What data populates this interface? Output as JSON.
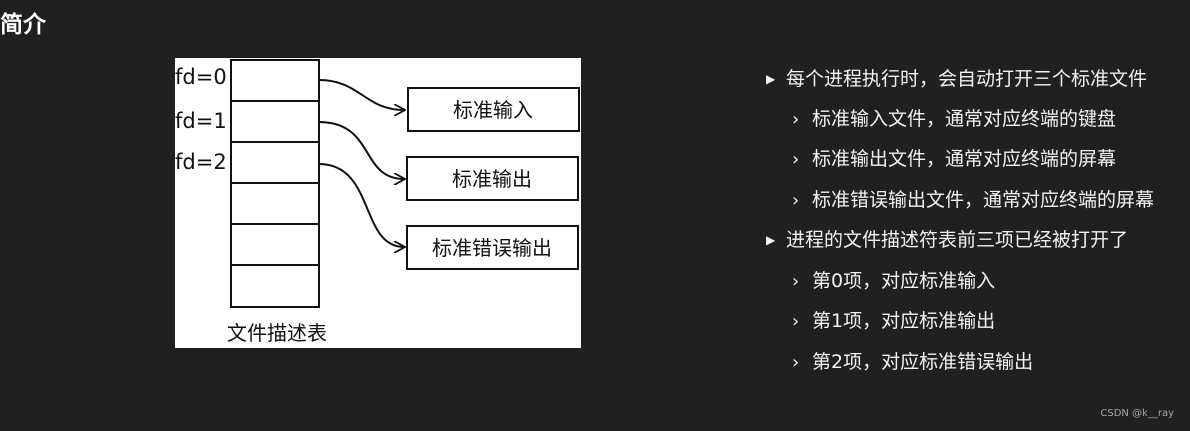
{
  "title": "简介",
  "diagram": {
    "fd_labels": [
      "fd=0",
      "fd=1",
      "fd=2"
    ],
    "stream_boxes": [
      "标准输入",
      "标准输出",
      "标准错误输出"
    ],
    "table_caption": "文件描述表"
  },
  "bullets": [
    {
      "level": 1,
      "text": "每个进程执行时，会自动打开三个标准文件"
    },
    {
      "level": 2,
      "text": "标准输入文件，通常对应终端的键盘"
    },
    {
      "level": 2,
      "text": "标准输出文件，通常对应终端的屏幕"
    },
    {
      "level": 2,
      "text": "标准错误输出文件，通常对应终端的屏幕"
    },
    {
      "level": 1,
      "text": "进程的文件描述符表前三项已经被打开了"
    },
    {
      "level": 2,
      "text": "第0项，对应标准输入"
    },
    {
      "level": 2,
      "text": "第1项，对应标准输出"
    },
    {
      "level": 2,
      "text": "第2项，对应标准错误输出"
    }
  ],
  "watermark": "CSDN @k__ray"
}
